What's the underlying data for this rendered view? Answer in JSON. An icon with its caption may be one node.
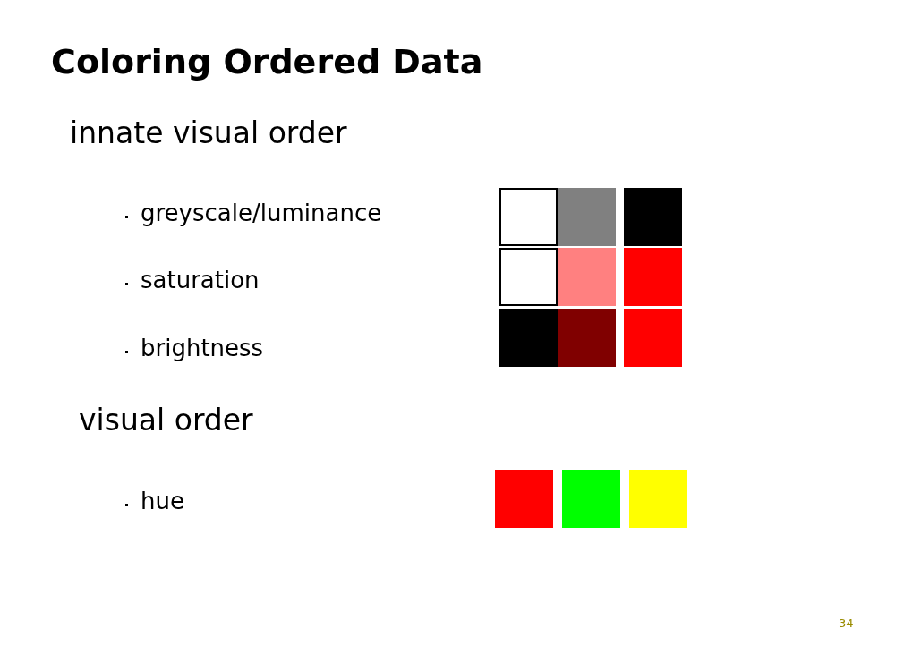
{
  "diagram": {
    "title": "Coloring Ordered Data",
    "nodes": [
      {
        "text": [],
        "shape": "box"
      },
      {
        "text": [],
        "shape": "box"
      },
      {
        "text": [],
        "shape": "box"
      },
      {
        "text": [],
        "shape": "box"
      },
      {
        "text": [],
        "shape": "box"
      },
      {
        "text": [],
        "shape": "box"
      },
      {
        "text": [],
        "shape": "box"
      },
      {
        "text": [],
        "shape": "box"
      },
      {
        "text": [],
        "shape": "box"
      },
      {
        "text": [],
        "shape": "box"
      },
      {
        "text": [],
        "shape": "box"
      },
      {
        "text": [],
        "shape": "box"
      }
    ],
    "labels": [
      "innate visual order",
      "greyscale/luminance",
      "saturation",
      "brightness",
      "visual order",
      "hue",
      "34"
    ]
  }
}
